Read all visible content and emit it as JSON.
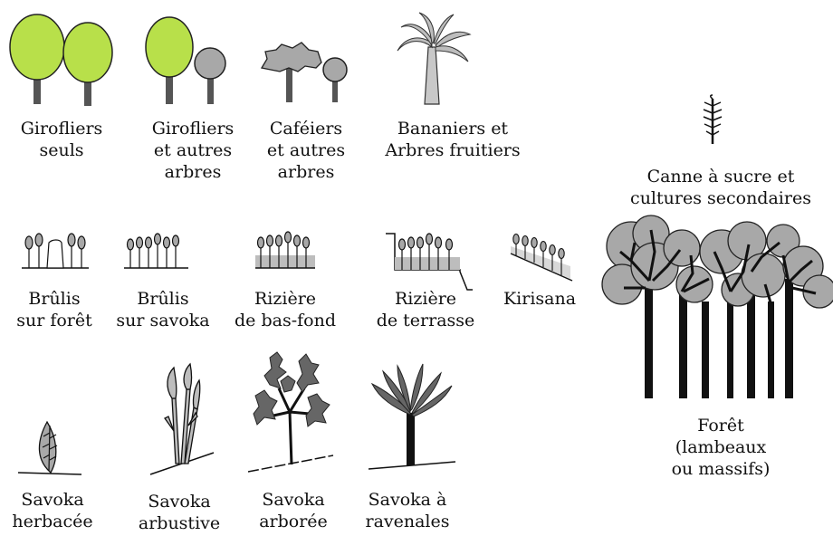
{
  "colors": {
    "canopy_green": "#b8e04a",
    "canopy_grey": "#a8a8a8",
    "trunk_dark": "#555555",
    "trunk_black": "#111111",
    "outline": "#222222",
    "rice_water": "#bdbdbd",
    "savoka_grey": "#666666"
  },
  "items": {
    "girofliers_seuls": {
      "icon": "two-clove-trees-icon",
      "lines": [
        "Girofliers",
        "seuls"
      ]
    },
    "girofliers_autres": {
      "icon": "clove-and-other-trees-icon",
      "lines": [
        "Girofliers",
        "et autres",
        "arbres"
      ]
    },
    "cafeiers_autres": {
      "icon": "coffee-and-other-trees-icon",
      "lines": [
        "Caféiers",
        "et autres",
        "arbres"
      ]
    },
    "bananiers": {
      "icon": "banana-tree-icon",
      "lines": [
        "Bananiers et",
        "Arbres fruitiers"
      ]
    },
    "canne": {
      "icon": "sugar-cane-icon",
      "lines": [
        "Canne à sucre et",
        "cultures secondaires"
      ]
    },
    "brulis_foret": {
      "icon": "slash-burn-forest-icon",
      "lines": [
        "Brûlis",
        "sur forêt"
      ]
    },
    "brulis_savoka": {
      "icon": "slash-burn-savoka-icon",
      "lines": [
        "Brûlis",
        "sur savoka"
      ]
    },
    "riziere_basfond": {
      "icon": "lowland-rice-icon",
      "lines": [
        "Rizière",
        "de bas-fond"
      ]
    },
    "riziere_terrasse": {
      "icon": "terrace-rice-icon",
      "lines": [
        "Rizière",
        "de terrasse"
      ]
    },
    "kirisana": {
      "icon": "kirisana-icon",
      "lines": [
        "Kirisana"
      ]
    },
    "foret": {
      "icon": "forest-icon",
      "lines": [
        "Forêt",
        "(lambeaux",
        "ou massifs)"
      ]
    },
    "savoka_herbacee": {
      "icon": "herbaceous-savoka-icon",
      "lines": [
        "Savoka",
        "herbacée"
      ]
    },
    "savoka_arbustive": {
      "icon": "shrub-savoka-icon",
      "lines": [
        "Savoka",
        "arbustive"
      ]
    },
    "savoka_arboree": {
      "icon": "tree-savoka-icon",
      "lines": [
        "Savoka",
        "arborée"
      ]
    },
    "savoka_ravenales": {
      "icon": "ravenala-savoka-icon",
      "lines": [
        "Savoka à",
        "ravenales"
      ]
    }
  }
}
